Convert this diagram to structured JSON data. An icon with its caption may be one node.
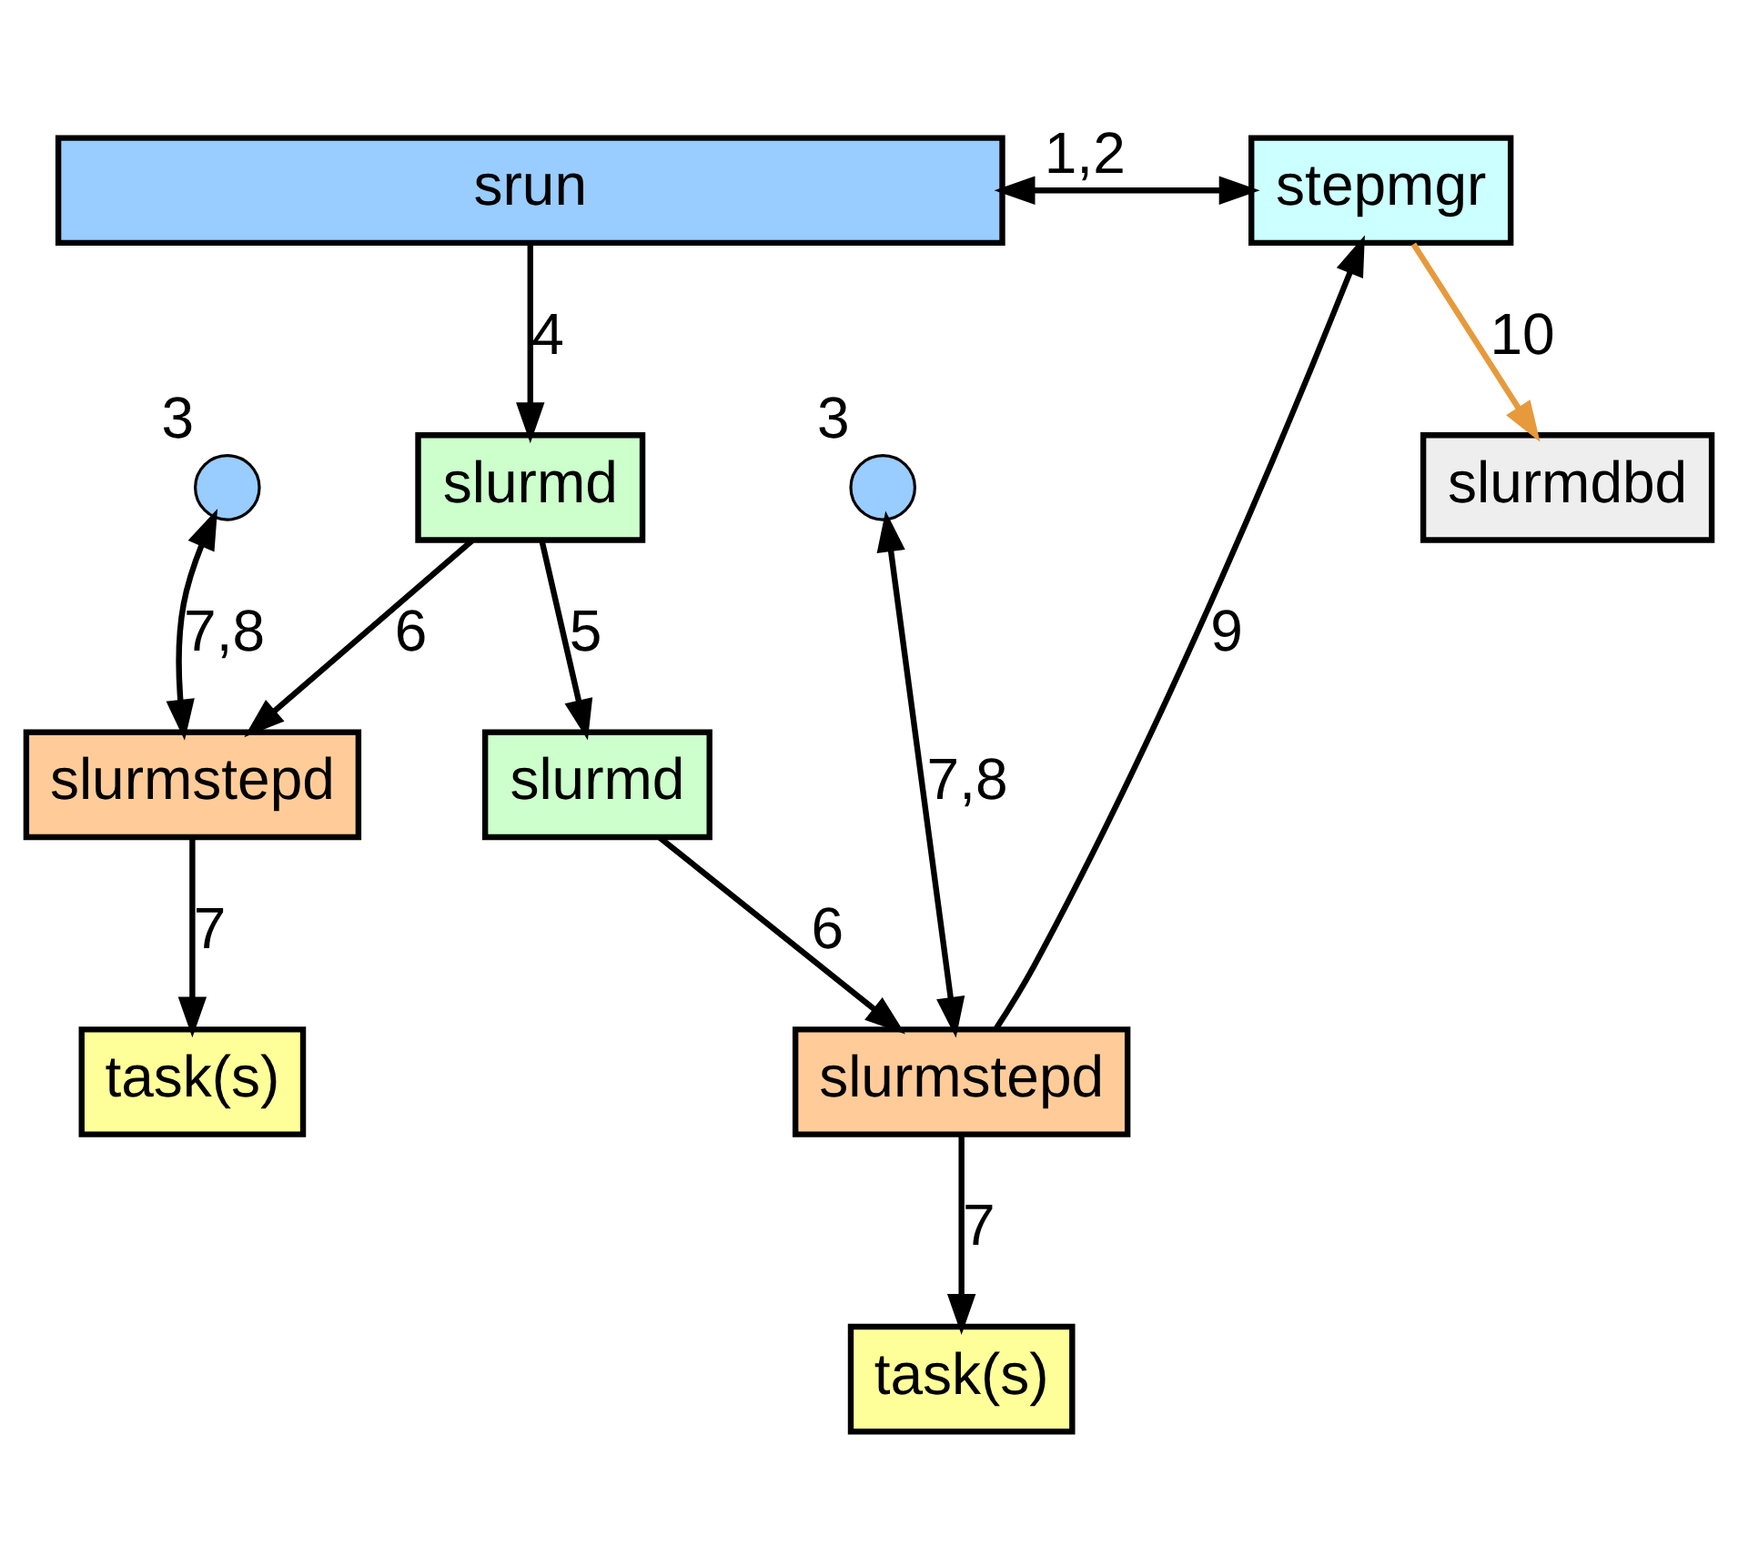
{
  "diagram": {
    "nodes": [
      {
        "text": [
          "slurmdbd"
        ]
      },
      {
        "text": [
          "srun"
        ]
      },
      {
        "text": [
          "stepmgr"
        ]
      },
      {
        "text": [],
        "shape": "circle",
        "beside": [
          "3"
        ]
      },
      {
        "text": [],
        "shape": "circle",
        "beside": [
          "3"
        ]
      },
      {
        "text": [
          "slurmd"
        ]
      },
      {
        "text": [
          "slurmd"
        ]
      },
      {
        "text": [
          "slurmstepd"
        ]
      },
      {
        "text": [
          "slurmstepd"
        ]
      },
      {
        "text": [
          "task(s)"
        ]
      },
      {
        "text": [
          "task(s)"
        ]
      }
    ],
    "edges": [
      {
        "from": 1,
        "to": 2,
        "arrow": "both",
        "label": "1,2"
      },
      {
        "from": 2,
        "to": 0,
        "arrow": "to",
        "label": "10",
        "color": "#e69a3c"
      },
      {
        "from": 1,
        "to": 5,
        "arrow": "to",
        "label": "4"
      },
      {
        "from": 5,
        "to": 6,
        "arrow": "to",
        "label": "5"
      },
      {
        "from": 5,
        "to": 8,
        "arrow": "to",
        "label": "6"
      },
      {
        "from": 6,
        "to": 7,
        "arrow": "to",
        "label": "6"
      },
      {
        "from": 3,
        "to": 7,
        "arrow": "both",
        "label": "7,8"
      },
      {
        "from": 4,
        "to": 8,
        "arrow": "both",
        "label": "7,8"
      },
      {
        "from": 7,
        "to": 2,
        "arrow": "to",
        "label": "9"
      },
      {
        "from": 7,
        "to": 9,
        "arrow": "to",
        "label": "7"
      },
      {
        "from": 8,
        "to": 10,
        "arrow": "to",
        "label": "7"
      }
    ]
  }
}
